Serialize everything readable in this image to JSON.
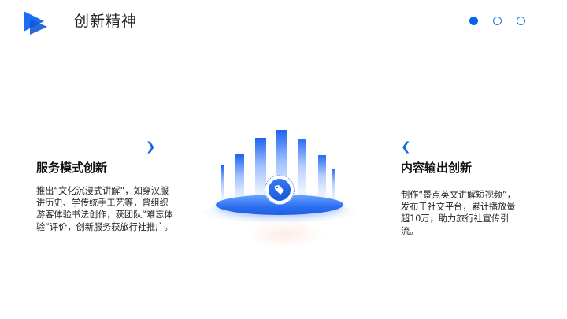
{
  "header": {
    "logo_icon": "play-arrow-logo-icon",
    "title": "创新精神"
  },
  "pager": {
    "total": 3,
    "active_index": 0
  },
  "colors": {
    "accent": "#0b63f0",
    "text": "#1a1a1a"
  },
  "cards": [
    {
      "icon": "chevron-right-icon",
      "heading": "服务模式创新",
      "body": "推出“文化沉浸式讲解”，如穿汉服讲历史、学传统手工艺等，曾组织游客体验书法创作，获团队“难忘体验”评价，创新服务获旅行社推广。"
    },
    {
      "icon": "chevron-left-icon",
      "heading": "内容输出创新",
      "body": "制作“景点英文讲解短视频”，发布于社交平台，累计播放量超10万，助力旅行社宣传引流。"
    }
  ],
  "graphic": {
    "center_icon": "tag-icon"
  }
}
